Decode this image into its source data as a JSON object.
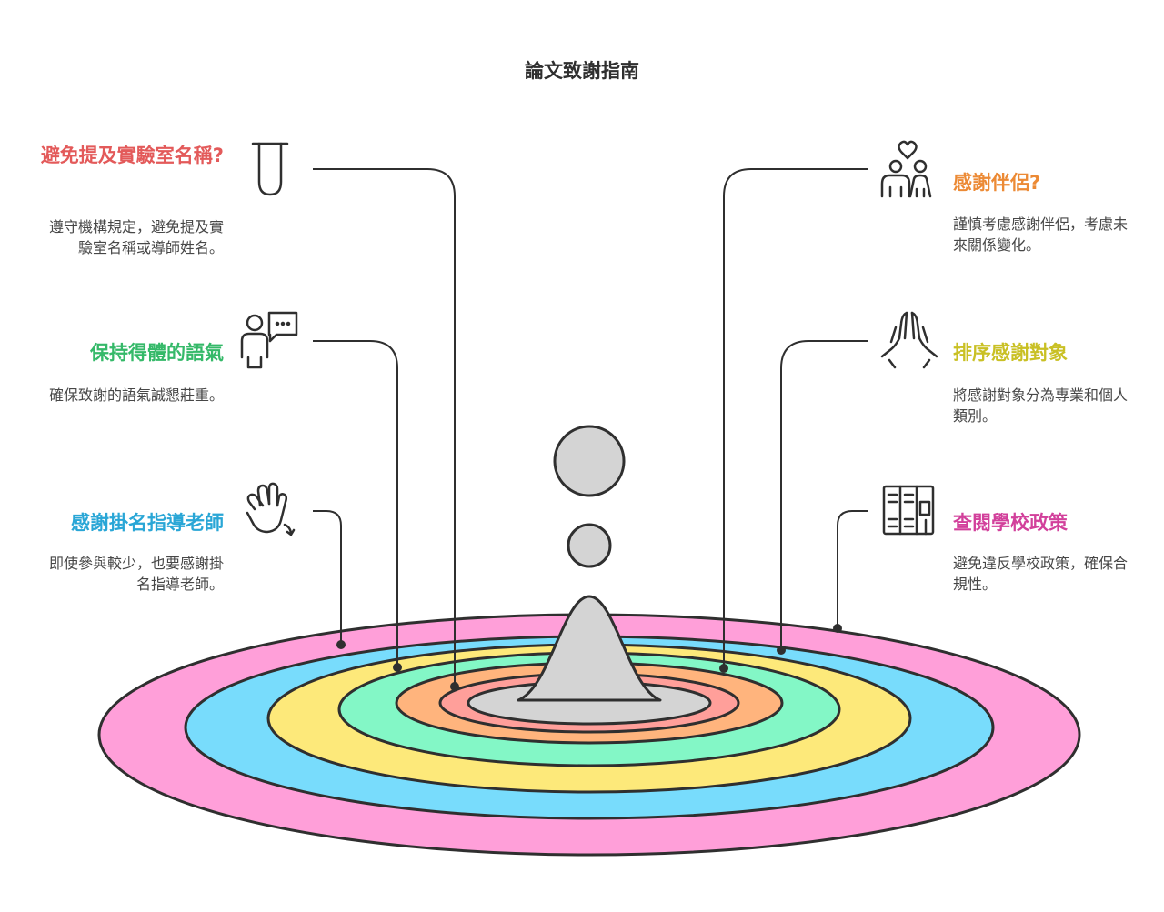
{
  "title": "論文致謝指南",
  "items": {
    "lab": {
      "heading": "避免提及實驗室名稱?",
      "description": "遵守機構規定，避免提及實驗室名稱或導師姓名。",
      "icon": "test-tube-icon",
      "color": "#e35a5a"
    },
    "tone": {
      "heading": "保持得體的語氣",
      "description": "確保致謝的語氣誠懇莊重。",
      "icon": "person-speech-bubble-icon",
      "color": "#35b969"
    },
    "advisor": {
      "heading": "感謝掛名指導老師",
      "description": "即使參與較少，也要感謝掛名指導老師。",
      "icon": "waving-hand-icon",
      "color": "#29a6d6"
    },
    "partner": {
      "heading": "感謝伴侶?",
      "description": "謹慎考慮感謝伴侶，考慮未來關係變化。",
      "icon": "couple-heart-icon",
      "color": "#ec8a35"
    },
    "order": {
      "heading": "排序感謝對象",
      "description": "將感謝對象分為專業和個人類別。",
      "icon": "praying-hands-icon",
      "color": "#c9c024"
    },
    "policy": {
      "heading": "查閱學校政策",
      "description": "避免違反學校政策，確保合規性。",
      "icon": "document-panels-icon",
      "color": "#d2409b"
    }
  },
  "rings": [
    "#ff9fd9",
    "#78dcfc",
    "#fde97a",
    "#83f7c6",
    "#ffb47d",
    "#ff9f9a",
    "#d4d4d4"
  ]
}
